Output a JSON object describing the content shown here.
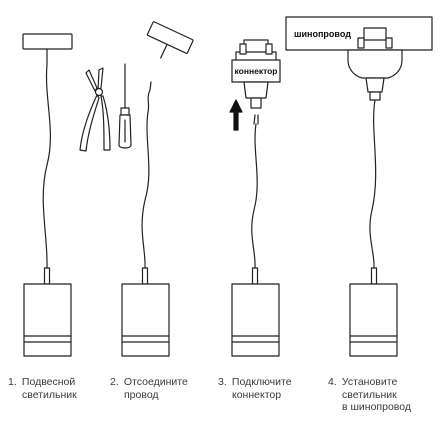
{
  "steps": [
    {
      "number": "1.",
      "line1": "Подвесной",
      "line2": "светильник",
      "line3": ""
    },
    {
      "number": "2.",
      "line1": "Отсоедините",
      "line2": "провод",
      "line3": ""
    },
    {
      "number": "3.",
      "line1": "Подключите",
      "line2": "коннектор",
      "line3": ""
    },
    {
      "number": "4.",
      "line1": "Установите",
      "line2": "светильник",
      "line3": "в шинопровод"
    }
  ],
  "labels": {
    "connector": "коннектор",
    "track": "шинопровод"
  },
  "colors": {
    "stroke": "#222222",
    "arrow": "#111111",
    "caption": "#3a3a3a"
  }
}
